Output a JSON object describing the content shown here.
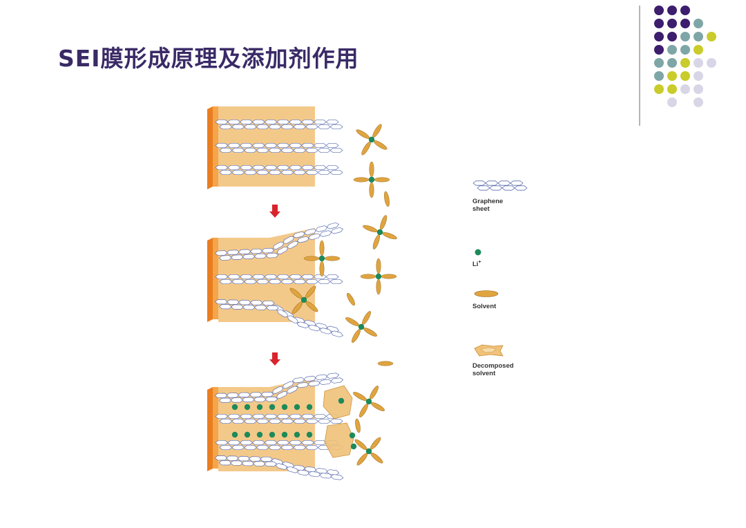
{
  "slide": {
    "title": "SEI膜形成原理及添加剂作用"
  },
  "legend": {
    "graphene_label_line1": "Graphene",
    "graphene_label_line2": "sheet",
    "li_label": "Li",
    "li_superscript": "+",
    "solvent_label": "Solvent",
    "decomposed_label_line1": "Decomposed",
    "decomposed_label_line2": "solvent"
  },
  "colors": {
    "title": "#3a2a66",
    "electrode": "#f5a54a",
    "electrode_edge": "#ea7d1f",
    "graphite_fill": "#f3c98a",
    "graphene_stroke": "#5c6fb0",
    "lithium": "#1d8a5a",
    "solvent": "#e0a440",
    "arrow": "#d8242c",
    "dot_purple": "#3d1d6e",
    "dot_teal": "#7fa6a6",
    "dot_yellow": "#c9cc2a",
    "dot_lavender": "#d8d6e6"
  },
  "icons": {
    "arrow": "red-down-arrow-icon",
    "lithium": "lithium-ion-icon",
    "solvent": "solvent-molecule-icon"
  }
}
